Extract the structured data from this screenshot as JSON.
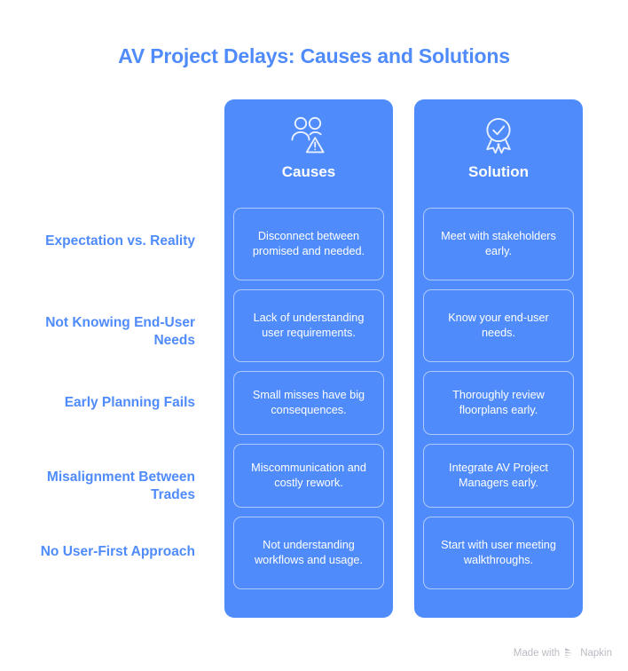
{
  "title": "AV Project Delays: Causes and Solutions",
  "colors": {
    "panel_blue": "#4f8bfa",
    "title_blue": "#4f8bfa",
    "label_blue": "#4f8bfa",
    "cell_text": "#ffffff",
    "page_background": "#ffffff",
    "cell_border": "rgba(255,255,255,0.55)",
    "footer_text": "#b9bcc2"
  },
  "columns": [
    {
      "label": "Causes",
      "icon": "users-warning-icon"
    },
    {
      "label": "Solution",
      "icon": "award-ribbon-check-icon"
    }
  ],
  "rows": [
    {
      "label": "Expectation vs. Reality",
      "cause": "Disconnect between promised and needed.",
      "solution": "Meet with stakeholders early."
    },
    {
      "label": "Not Knowing End-User Needs",
      "cause": "Lack of understanding user requirements.",
      "solution": "Know your end-user needs."
    },
    {
      "label": "Early Planning Fails",
      "cause": "Small misses have big consequences.",
      "solution": "Thoroughly review floorplans early."
    },
    {
      "label": "Misalignment Between Trades",
      "cause": "Miscommunication and costly rework.",
      "solution": "Integrate AV Project Managers early."
    },
    {
      "label": "No User-First Approach",
      "cause": "Not understanding workflows and usage.",
      "solution": "Start with user meeting walkthroughs."
    }
  ],
  "footer": {
    "text": "Made with",
    "brand": "Napkin",
    "logo_icon": "napkin-chevron-logo-icon"
  }
}
